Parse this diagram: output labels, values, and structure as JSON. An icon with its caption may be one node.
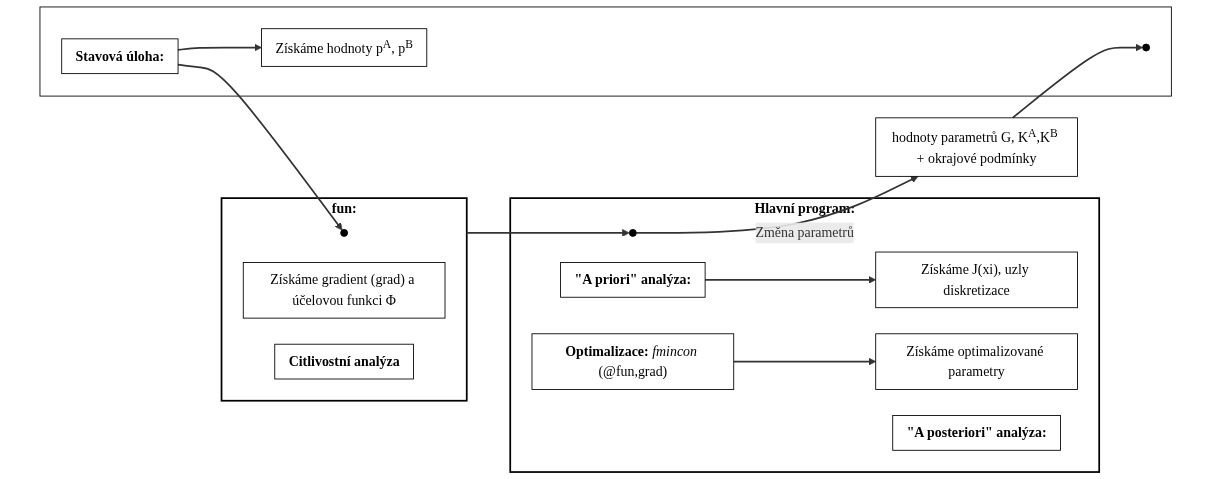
{
  "diagram": {
    "nodes": [
      {
        "text": [
          "Hlavní program:"
        ]
      },
      {
        "text": [
          "\"A priori\" analýza:"
        ],
        "in": 0
      },
      {
        "text": [
          "Získáme J(xi), uzly diskretizace"
        ],
        "in": 0
      },
      {
        "text": [
          "**Optimalizace:** *fmincon* (@fun,grad)"
        ],
        "in": 0
      },
      {
        "text": [],
        "shape": "circle",
        "in": 0
      },
      {
        "text": [
          "Získáme optimalizované parametry"
        ],
        "in": 0
      },
      {
        "text": [
          "\"A posteriori\" analýza:"
        ],
        "in": 0
      },
      {
        "text": [
          "hodnoty parametrů G, K$^{A}$,K$^{B}$ + okrajové podmínky"
        ]
      },
      {
        "text": [
          "fun:"
        ]
      },
      {
        "text": [],
        "shape": "circle",
        "in": 8
      },
      {
        "text": [
          "Získáme gradient (grad) a účelovou funkci Φ"
        ],
        "in": 8
      },
      {
        "text": [
          "Citlivostní analýza"
        ],
        "in": 8
      },
      {
        "text": [],
        "shape": "box"
      },
      {
        "text": [
          "Stavová úloha:"
        ],
        "in": 12
      },
      {
        "text": [],
        "shape": "circle",
        "in": 12
      },
      {
        "text": [
          "Získáme hodnoty p$^{A}$, p$^{B}$"
        ],
        "in": 12
      }
    ],
    "edges": [
      {
        "from": 1,
        "to": 2,
        "arrow": "to"
      },
      {
        "from": 3,
        "to": 5,
        "arrow": "to"
      },
      {
        "from": 8,
        "to": 4,
        "arrow": "to"
      },
      {
        "from": 4,
        "to": 7,
        "arrow": "to",
        "label": "Změna parametrů"
      },
      {
        "from": 7,
        "to": 14,
        "arrow": "to"
      },
      {
        "from": 13,
        "to": 9,
        "arrow": "to"
      },
      {
        "from": 13,
        "to": 15,
        "arrow": "to"
      }
    ]
  }
}
